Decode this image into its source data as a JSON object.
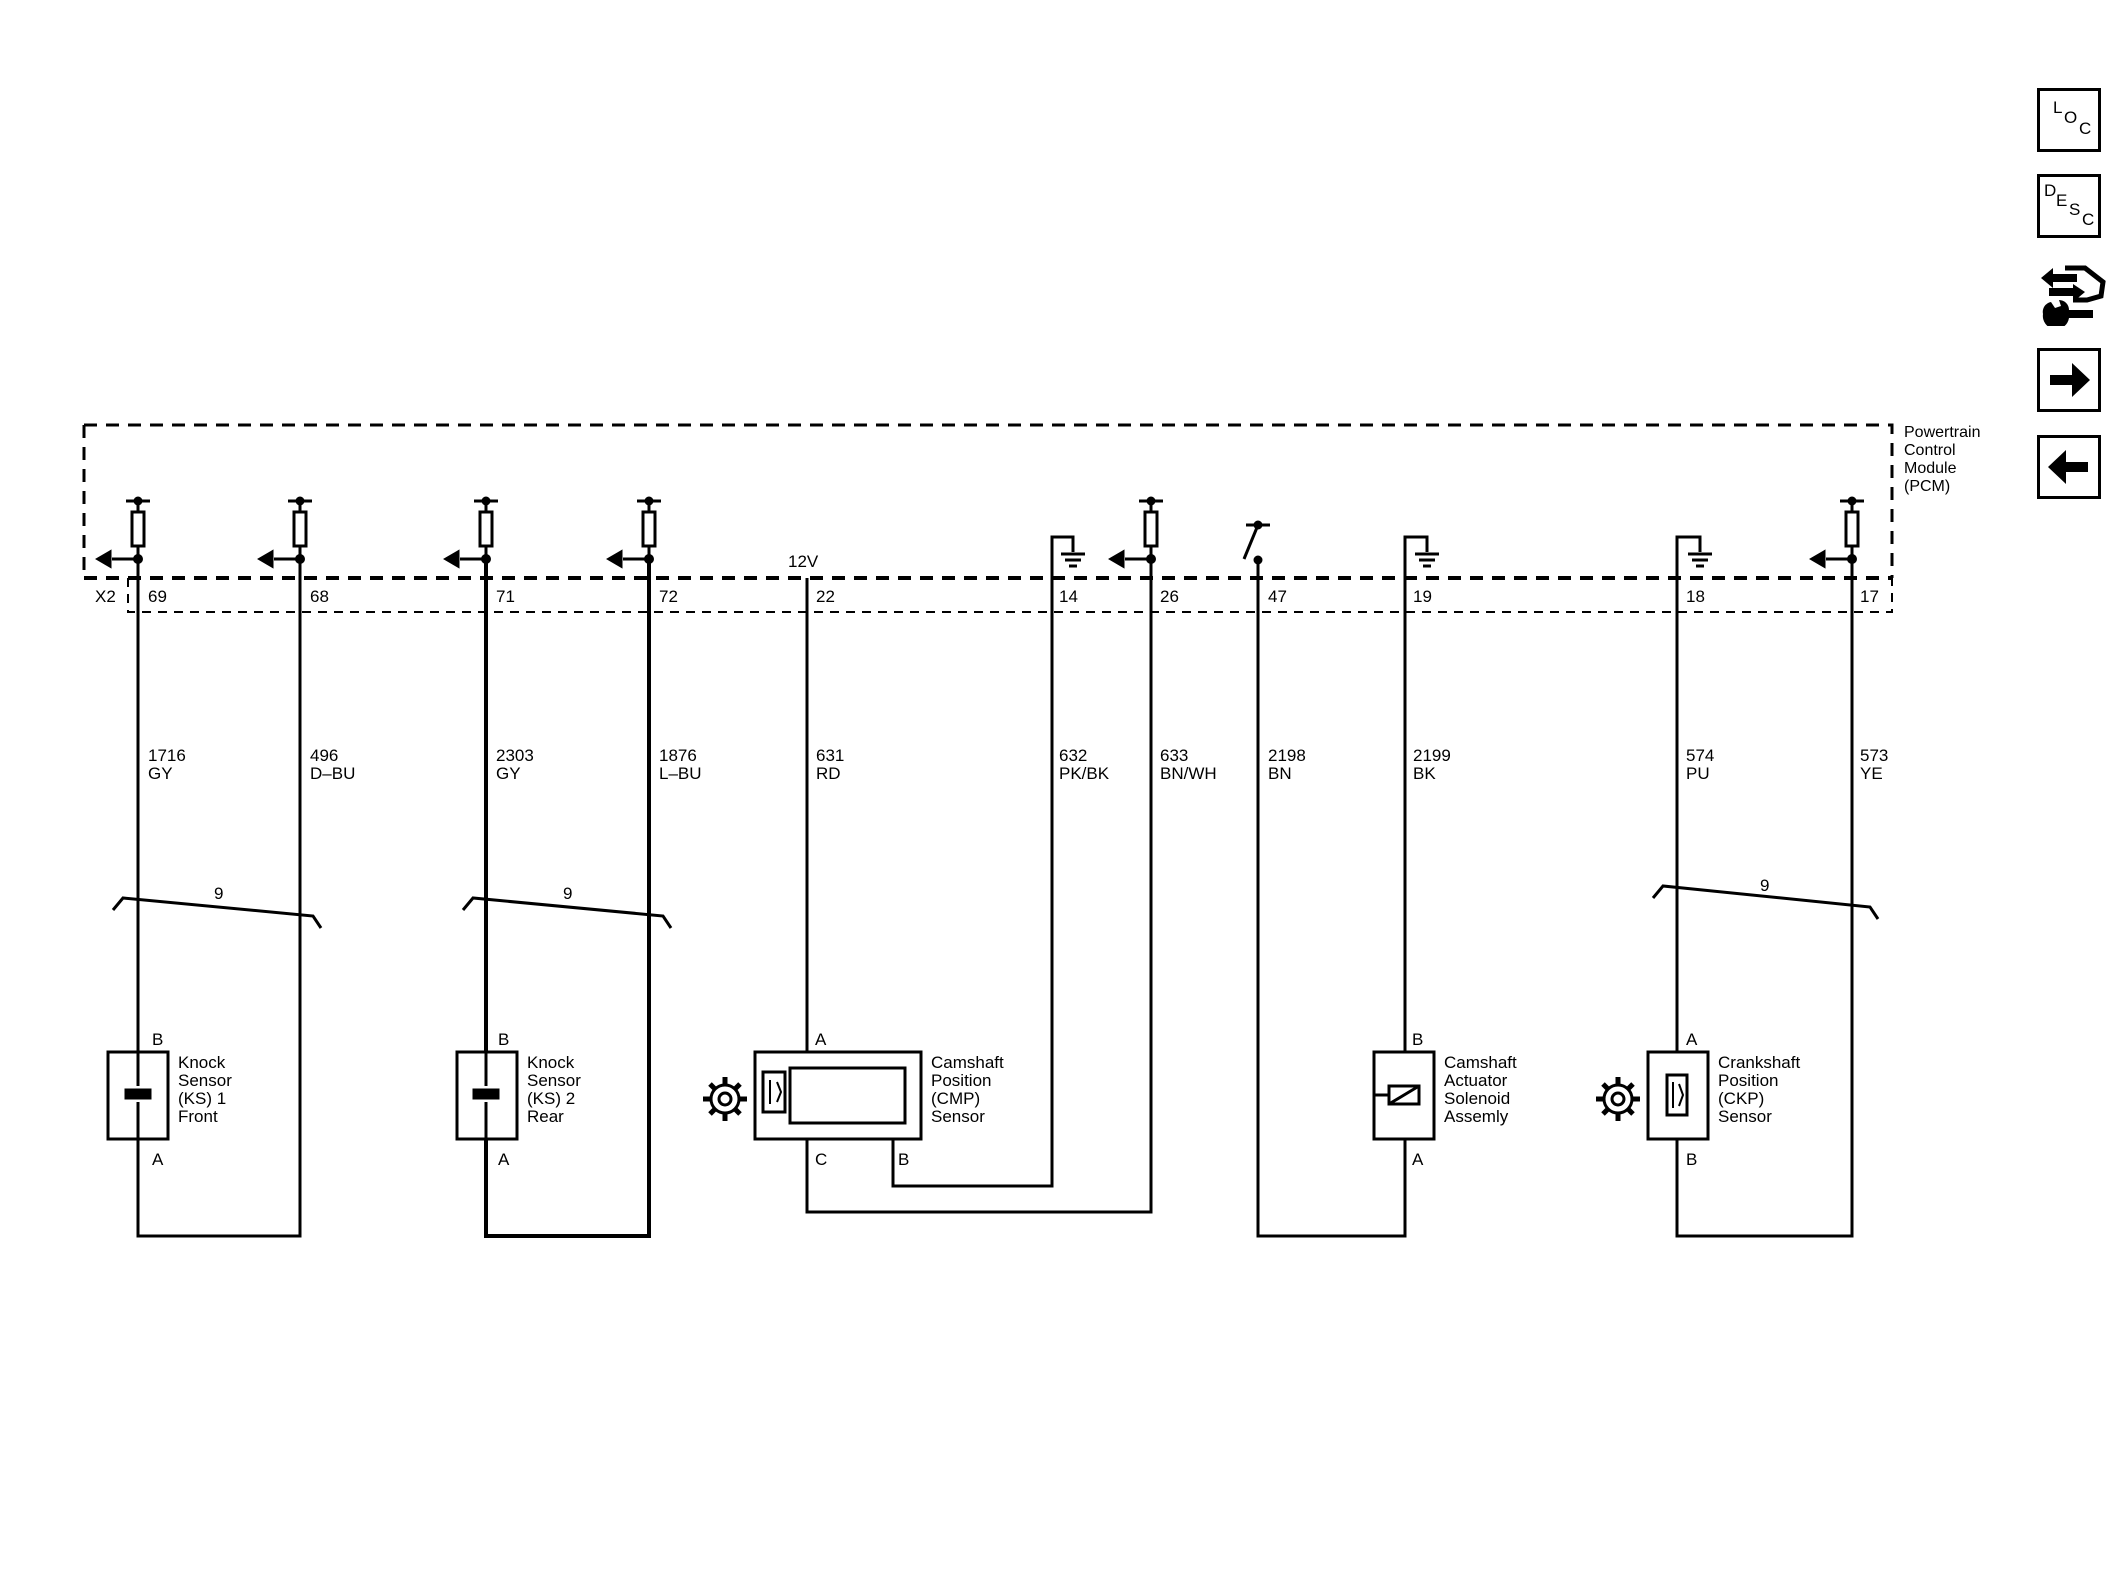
{
  "module": {
    "label_lines": [
      "Powertrain",
      "Control",
      "Module",
      "(PCM)"
    ],
    "connector": "X2"
  },
  "pins": [
    "69",
    "68",
    "71",
    "72",
    "22",
    "14",
    "26",
    "47",
    "19",
    "18",
    "17"
  ],
  "voltage": "12V",
  "wires": [
    {
      "circuit": "1716",
      "color": "GY"
    },
    {
      "circuit": "496",
      "color": "D–BU"
    },
    {
      "circuit": "2303",
      "color": "GY"
    },
    {
      "circuit": "1876",
      "color": "L–BU"
    },
    {
      "circuit": "631",
      "color": "RD"
    },
    {
      "circuit": "632",
      "color": "PK/BK"
    },
    {
      "circuit": "633",
      "color": "BN/WH"
    },
    {
      "circuit": "2198",
      "color": "BN"
    },
    {
      "circuit": "2199",
      "color": "BK"
    },
    {
      "circuit": "574",
      "color": "PU"
    },
    {
      "circuit": "573",
      "color": "YE"
    }
  ],
  "bundles": [
    "9",
    "9",
    "9"
  ],
  "components": [
    {
      "lines": [
        "Knock",
        "Sensor",
        "(KS) 1",
        "Front"
      ],
      "pins": [
        "B",
        "A"
      ]
    },
    {
      "lines": [
        "Knock",
        "Sensor",
        "(KS) 2",
        "Rear"
      ],
      "pins": [
        "B",
        "A"
      ]
    },
    {
      "lines": [
        "Camshaft",
        "Position",
        "(CMP)",
        "Sensor"
      ],
      "pins": [
        "A",
        "C",
        "B"
      ]
    },
    {
      "lines": [
        "Camshaft",
        "Actuator",
        "Solenoid",
        "Assemly"
      ],
      "pins": [
        "B",
        "A"
      ]
    },
    {
      "lines": [
        "Crankshaft",
        "Position",
        "(CKP)",
        "Sensor"
      ],
      "pins": [
        "A",
        "B"
      ]
    }
  ],
  "nav": {
    "loc": {
      "letters": [
        "L",
        "O",
        "C"
      ],
      "icon": "loc-icon"
    },
    "desc": {
      "letters": [
        "D",
        "E",
        "S",
        "C"
      ],
      "icon": "desc-icon"
    },
    "connector_icon": "connector-wrench-icon",
    "next_icon": "arrow-right-icon",
    "prev_icon": "arrow-left-icon"
  }
}
